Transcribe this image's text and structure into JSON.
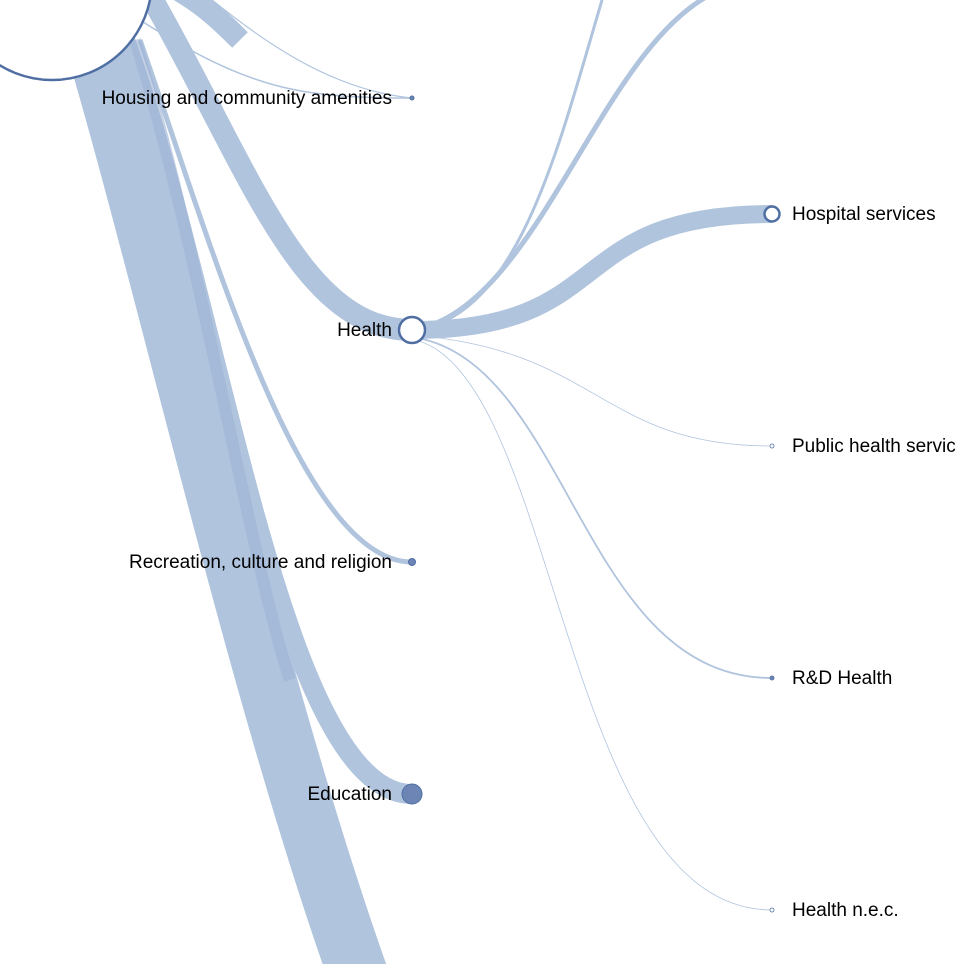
{
  "colors": {
    "link": "#b0c4de",
    "node_stroke": "#4f6fa3",
    "node_collapsed_fill": "#6d85b4",
    "node_expanded_fill": "#ffffff",
    "label": "#000000"
  },
  "tree": {
    "root": {
      "expanded": true
    },
    "children": [
      {
        "id": "housing",
        "label": "Housing and community amenities",
        "expanded": false,
        "weight": 1
      },
      {
        "id": "health",
        "label": "Health",
        "expanded": true,
        "weight": 20,
        "children": [
          {
            "id": "hospital",
            "label": "Hospital services",
            "expanded": false,
            "weight": 14
          },
          {
            "id": "public-health",
            "label": "Public health servic",
            "expanded": false,
            "weight": 1
          },
          {
            "id": "rnd-health",
            "label": "R&D Health",
            "expanded": false,
            "weight": 2
          },
          {
            "id": "health-nec",
            "label": "Health n.e.c.",
            "expanded": false,
            "weight": 1
          }
        ]
      },
      {
        "id": "recreation",
        "label": "Recreation, culture and religion",
        "expanded": false,
        "weight": 4
      },
      {
        "id": "education",
        "label": "Education",
        "expanded": false,
        "weight": 17
      }
    ]
  }
}
